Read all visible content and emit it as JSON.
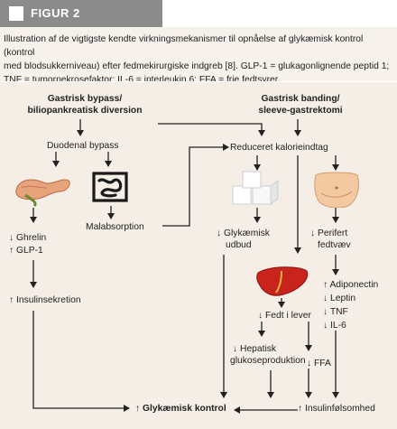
{
  "figure": {
    "label": "FIGUR 2",
    "caption_lines": [
      "Illustration af de vigtigste kendte virkningsmekanismer til opnåelse af glykæmisk kontrol (kontrol",
      "med blodsukkerniveau) efter fedmekirurgiske indgreb [8]. GLP-1 = glukagonlignende peptid 1;",
      "TNF = tumornekrosefaktor; IL-6 = interleukin 6; FFA = frie fedtsyrer."
    ]
  },
  "nodes": {
    "bypass_l1": "Gastrisk bypass/",
    "bypass_l2": "biliopankreatisk diversion",
    "banding_l1": "Gastrisk banding/",
    "banding_l2": "sleeve-gastrektomi",
    "duodenal": "Duodenal bypass",
    "kalorie": "Reduceret kalorieindtag",
    "malabs": "Malabsorption",
    "ghrelin": "↓ Ghrelin",
    "glp1": "↑ GLP-1",
    "insulinsek": "↑ Insulinsekretion",
    "udbud_l1": "↓ Glykæmisk",
    "udbud_l2": "udbud",
    "perifert_l1": "↓ Perifert",
    "perifert_l2": "fedtvæv",
    "adipo": "↑ Adiponectin",
    "leptin": "↓ Leptin",
    "tnf": "↓ TNF",
    "il6": "↓ IL-6",
    "fedt_lever": "↓ Fedt i lever",
    "hepatisk_l1": "↓ Hepatisk",
    "hepatisk_l2": "glukoseproduktion",
    "ffa": "↓ FFA",
    "glyk_kontrol": "↑ Glykæmisk kontrol",
    "insulinf": "↑ Insulinfølsomhed"
  },
  "colors": {
    "header_gray": "#8b8b8b",
    "panel_bg": "#f4eee6",
    "liver_red": "#c8231c",
    "sugar_white": "#ffffff",
    "skin": "#f2c9a0"
  },
  "icons": [
    "pancreas-icon",
    "intestine-icon",
    "sugar-cubes-icon",
    "belly-fat-icon",
    "liver-icon"
  ]
}
